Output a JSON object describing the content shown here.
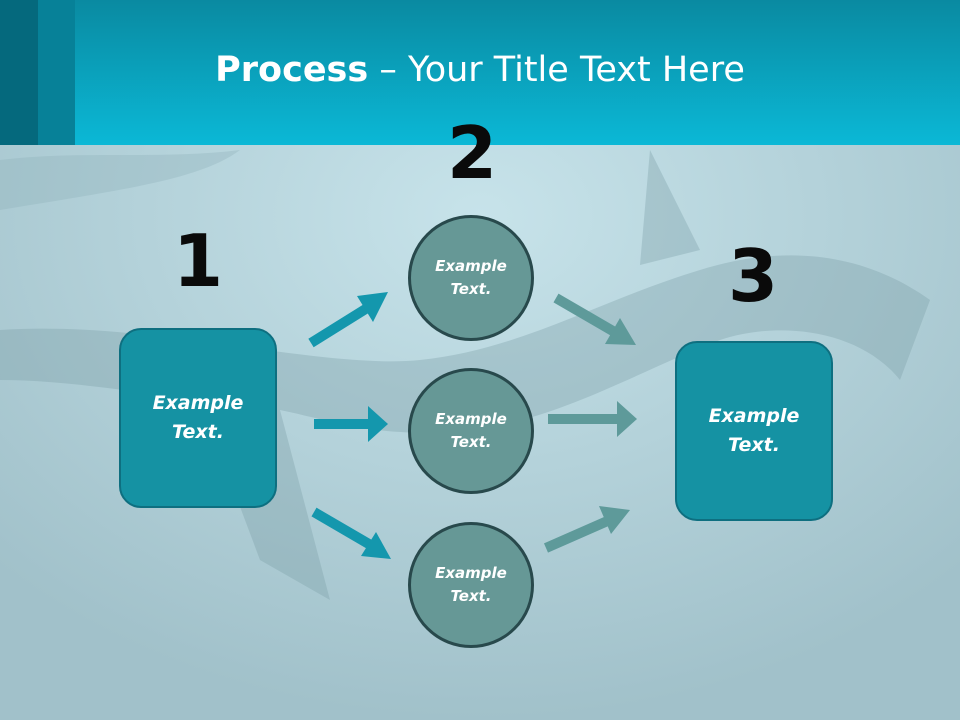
{
  "title": {
    "bold": "Process",
    "rest": " – Your Title Text Here"
  },
  "steps": {
    "one": "1",
    "two": "2",
    "three": "3"
  },
  "nodes": {
    "left_box": "Example Text.",
    "circle_top": "Example Text.",
    "circle_middle": "Example Text.",
    "circle_bottom": "Example Text.",
    "right_box": "Example Text."
  },
  "colors": {
    "header": "#0bb8d6",
    "box_fill": "#1592a3",
    "circle_fill": "#669896",
    "arrow_left": "#1497ad",
    "arrow_right": "#5e9a9a"
  }
}
